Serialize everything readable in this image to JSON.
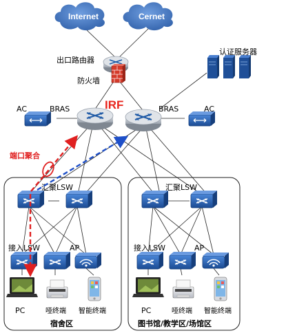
{
  "clouds": {
    "internet": "Internet",
    "cernet": "Cernet"
  },
  "labels": {
    "exit_router": "出口路由器",
    "firewall": "防火墙",
    "auth_server": "认证服务器",
    "irf": "IRF",
    "ac_left": "AC",
    "ac_right": "AC",
    "bras_left": "BRAS",
    "bras_right": "BRAS",
    "link_aggregation": "端口聚合"
  },
  "zones": {
    "dorm": {
      "agg": "汇聚LSW",
      "access": "接入LSW",
      "ap": "AP",
      "pc": "PC",
      "dumb_terminal": "哑终端",
      "smart_terminal": "智能终端",
      "title": "宿舍区"
    },
    "library": {
      "agg": "汇聚LSW",
      "access": "接入LSW",
      "ap": "AP",
      "pc": "PC",
      "dumb_terminal": "哑终端",
      "smart_terminal": "智能终端",
      "title": "图书馆/教学区/场馆区"
    }
  },
  "colors": {
    "device_blue": "#1f5aa6",
    "device_light": "#5b8fd6",
    "cloud": "#3c6fb9",
    "irf_red": "#e8261e",
    "dash_blue": "#1e4fc8",
    "dash_red": "#e02020"
  },
  "icons": [
    "cloud-icon",
    "router-icon",
    "firewall-icon",
    "server-icon",
    "core-switch-icon",
    "switch-icon",
    "ap-icon",
    "laptop-icon",
    "printer-icon",
    "phone-icon"
  ]
}
